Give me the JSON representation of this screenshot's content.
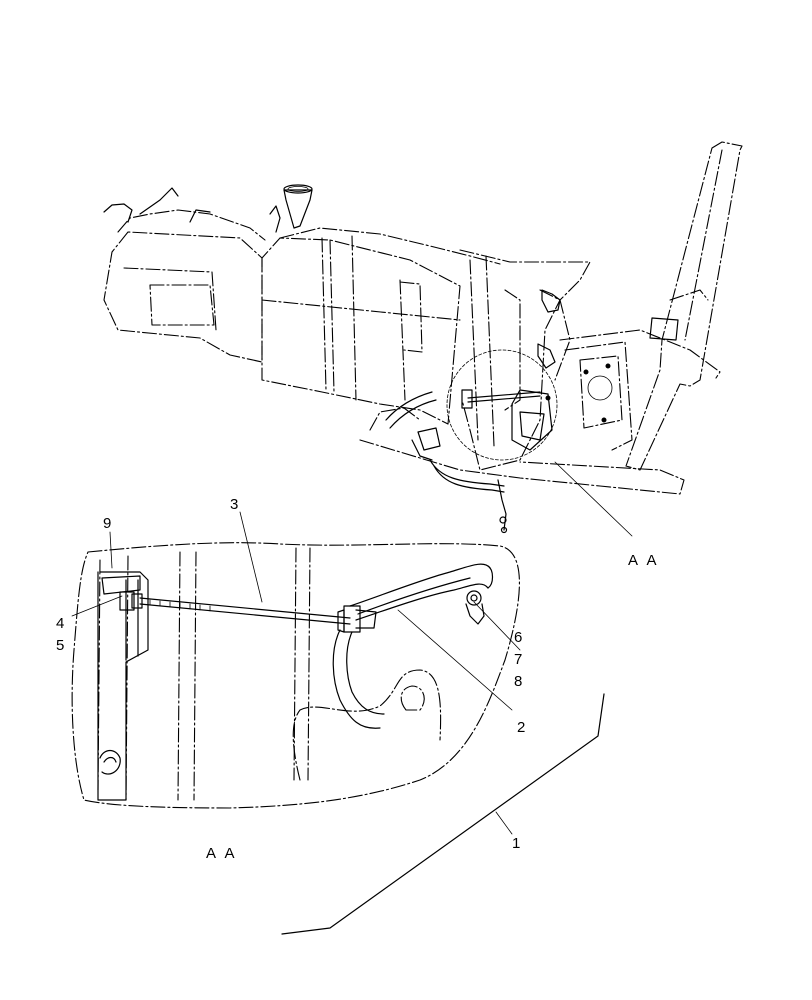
{
  "callouts": {
    "c1": "1",
    "c2": "2",
    "c3": "3",
    "c4": "4",
    "c5": "5",
    "c6": "6",
    "c7": "7",
    "c8": "8",
    "c9": "9"
  },
  "view_labels": {
    "main_view": "A A",
    "detail_view": "A A"
  }
}
